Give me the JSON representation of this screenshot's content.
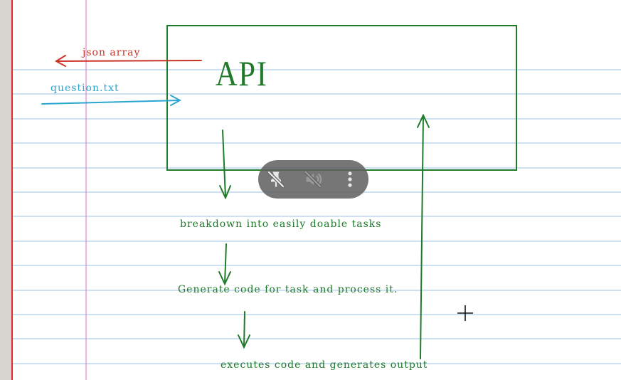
{
  "notebook": {
    "labels": {
      "json_array": "json array",
      "question_txt": "question.txt",
      "api": "API",
      "breakdown": "breakdown into easily doable tasks",
      "generate": "Generate code for task and process it.",
      "executes": "executes code and generates output"
    },
    "colors": {
      "ruled_line": "#9cc3e4",
      "margin_line": "#d873c9",
      "left_edge_line": "#e6262b",
      "ink_green": "#1f7a2a",
      "ink_red": "#c9342a",
      "ink_cyan": "#2aa6d0"
    }
  },
  "overlay_toolbar": {
    "buttons": [
      {
        "icon": "pin-off-icon"
      },
      {
        "icon": "volume-off-icon"
      },
      {
        "icon": "more-vertical-icon"
      }
    ]
  },
  "cursor": {
    "icon": "crosshair-cursor-icon"
  }
}
